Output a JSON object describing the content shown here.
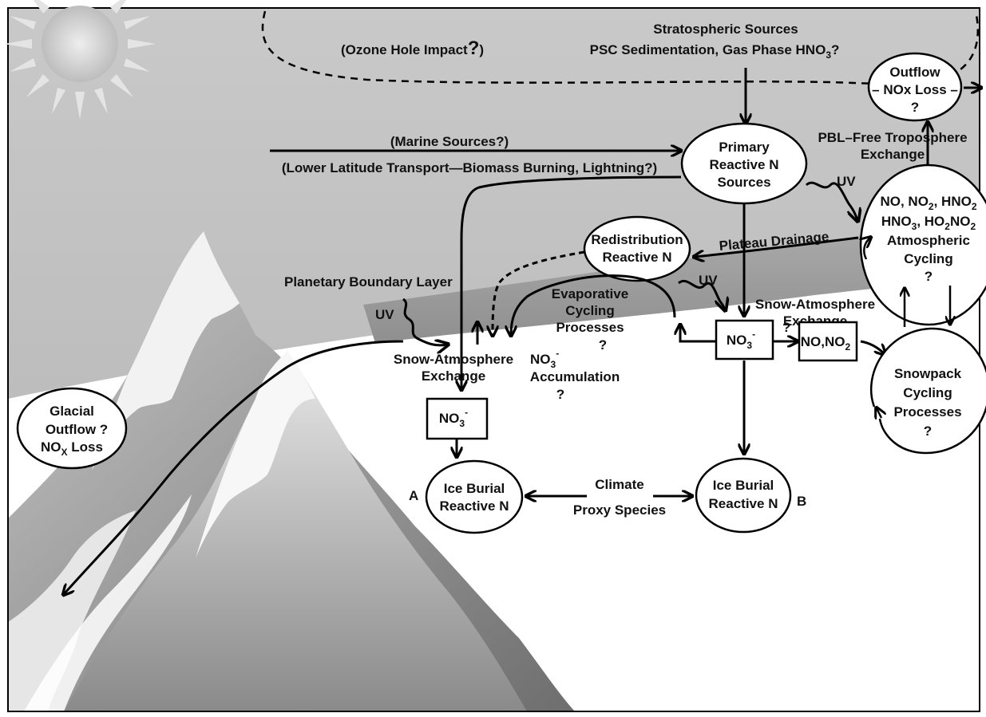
{
  "labels": {
    "strat_title": "Stratospheric Sources",
    "strat_line2_a": "PSC Sedimentation, Gas Phase HNO",
    "strat_line2_sub": "3",
    "strat_line2_b": "?",
    "ozone_hole": "(Ozone Hole Impact",
    "ozone_q": "?",
    "ozone_close": ")",
    "outflow_title": "Outflow",
    "outflow_line2": "– NOx Loss –",
    "outflow_q": "?",
    "marine": "(Marine Sources?)",
    "lower_lat": "(Lower Latitude Transport—Biomass Burning, Lightning?)",
    "primary_1": "Primary",
    "primary_2": "Reactive N",
    "primary_3": "Sources",
    "pbl_free_1": "PBL–Free Troposphere",
    "pbl_free_2": "Exchange",
    "uv_top": "UV",
    "uv_mid": "UV",
    "uv_left": "UV",
    "atm_1a": "NO, NO",
    "atm_1b": ", HNO",
    "atm_2a": "HNO",
    "atm_2b": ", HO",
    "atm_2c": "NO",
    "atm_3": "Atmospheric",
    "atm_4": "Cycling",
    "atm_5": "?",
    "sub_2": "2",
    "sub_3": "3",
    "redistrib_1": "Redistribution",
    "redistrib_2": "Reactive N",
    "plateau": "Plateau Drainage",
    "pbl": "Planetary Boundary Layer",
    "evap_1": "Evaporative",
    "evap_2": "Cycling",
    "evap_3": "Processes",
    "evap_4": "?",
    "snow_atm_right_1": "Snow-Atmosphere",
    "snow_atm_right_2": "Exchange",
    "no3_box": "NO",
    "no3_sup": "-",
    "q_mark": "?",
    "nono2_box": "NO,NO",
    "snowpack_1": "Snowpack",
    "snowpack_2": "Cycling",
    "snowpack_3": "Processes",
    "snowpack_4": "?",
    "snow_atm_left_1": "Snow-Atmosphere",
    "snow_atm_left_2": "Exchange",
    "no3_accum_1": "NO",
    "no3_accum_2": "Accumulation",
    "no3_accum_3": "?",
    "glacial_1": "Glacial",
    "glacial_2": "Outflow  ?",
    "glacial_3a": "NO",
    "glacial_3sub": "X",
    "glacial_3b": " Loss",
    "ice_a_1": "Ice Burial",
    "ice_a_2": "Reactive N",
    "ice_b_1": "Ice Burial",
    "ice_b_2": "Reactive N",
    "letter_a": "A",
    "letter_b": "B",
    "climate_1": "Climate",
    "climate_2": "Proxy Species"
  },
  "colors": {
    "sky_top": "#c8c8c8",
    "sky_mid": "#b4b4b4",
    "pbl_band": "#9e9e9e",
    "mountain_dark": "#7a7a7a",
    "mountain_light": "#f4f4f4",
    "sun": "#d8d8d8"
  }
}
